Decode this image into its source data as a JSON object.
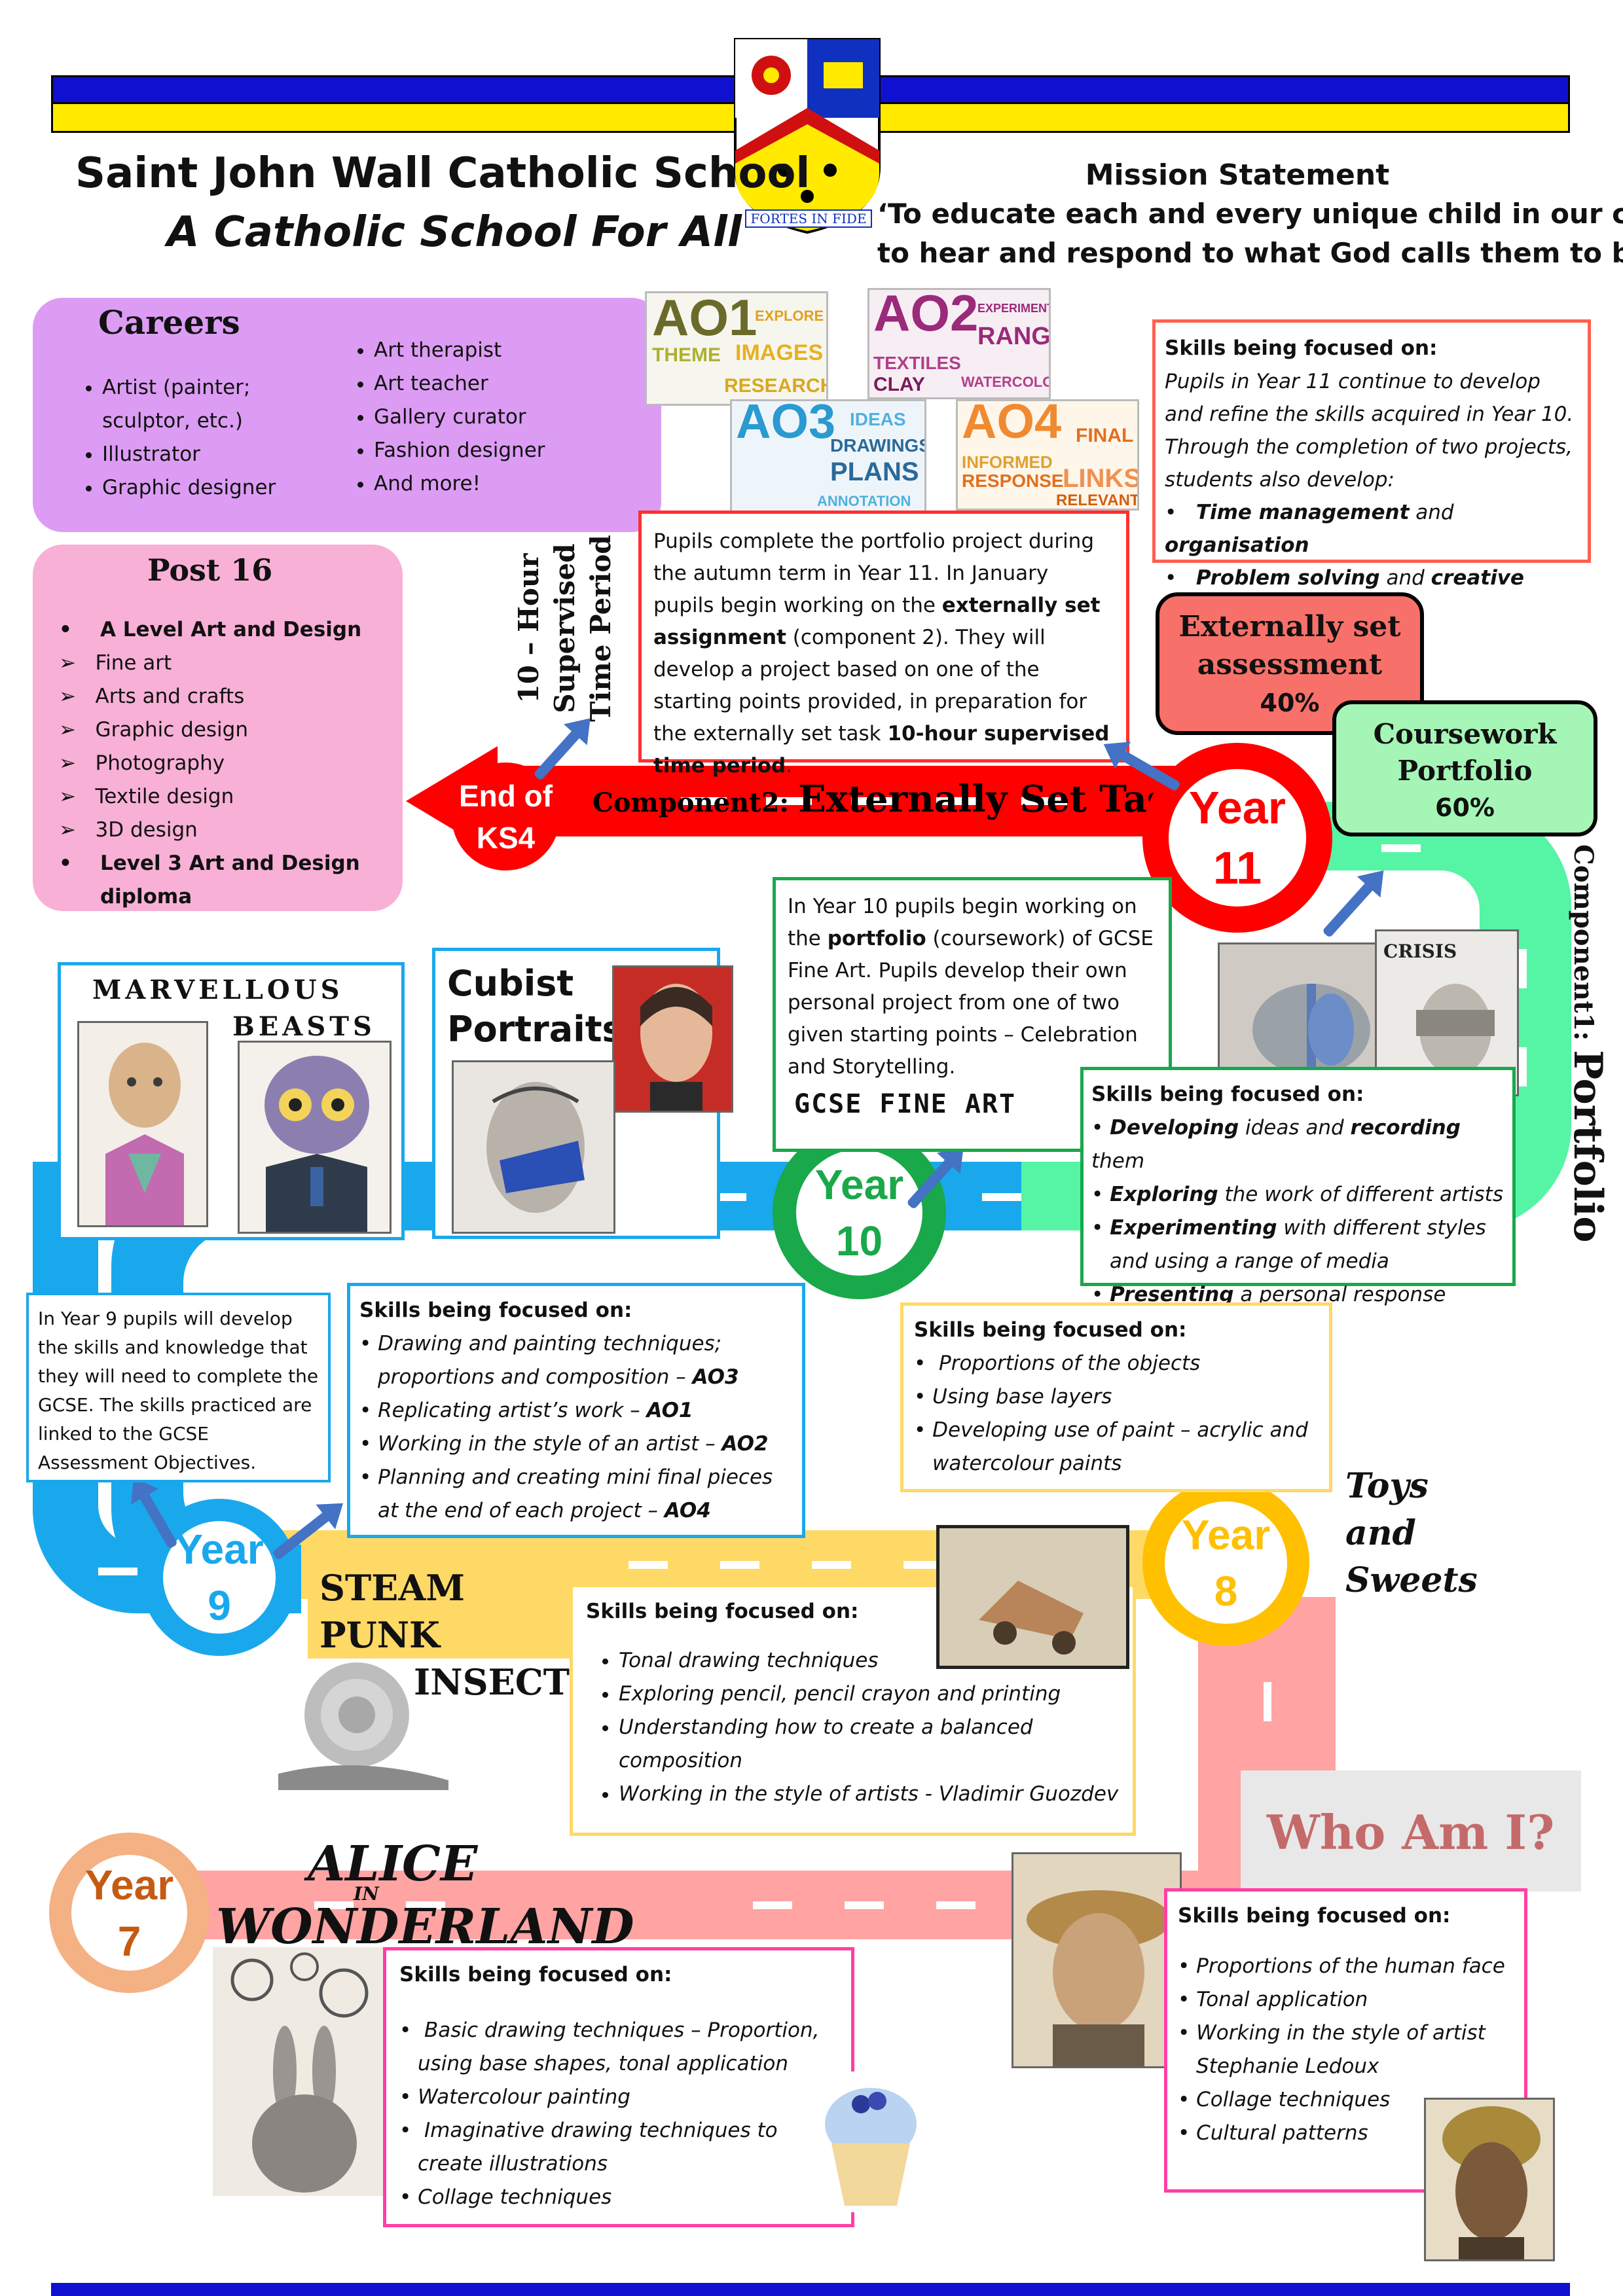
{
  "header": {
    "school_name": "Saint John Wall Catholic School",
    "tagline": "A Catholic School For All",
    "crest_motto": "FORTES IN FIDE",
    "mission_title": "Mission Statement",
    "mission_line1": "‘To educate each and every unique child in our care",
    "mission_line2": "to hear and respond to what God calls them to be’"
  },
  "careers": {
    "title": "Careers",
    "col1": [
      "Artist (painter; sculptor, etc.)",
      "Illustrator",
      "Graphic designer"
    ],
    "col2": [
      "Art therapist",
      "Art teacher",
      "Gallery curator",
      "Fashion designer",
      "And more!"
    ]
  },
  "post16": {
    "title": "Post 16",
    "main1": "A Level Art and Design",
    "subs": [
      "Fine art",
      "Arts and crafts",
      "Graphic design",
      "Photography",
      "Textile design",
      "3D design"
    ],
    "main2": "Level 3 Art and Design diploma"
  },
  "ao_tiles": {
    "ao1": {
      "code": "AO1",
      "words": [
        "EXPLORE",
        "IMAGES",
        "THEME",
        "RESEARCH"
      ]
    },
    "ao2": {
      "code": "AO2",
      "words": [
        "EXPERIMENT",
        "RANGE",
        "TEXTILES",
        "CLAY",
        "WATERCOLOUR"
      ]
    },
    "ao3": {
      "code": "AO3",
      "words": [
        "IDEAS",
        "DRAWINGS",
        "PLANS",
        "ANNOTATION"
      ]
    },
    "ao4": {
      "code": "AO4",
      "words": [
        "FINAL",
        "INFORMED",
        "RESPONSE",
        "LINKS",
        "RELEVANT"
      ]
    }
  },
  "y11_skills": {
    "title": "Skills being focused on:",
    "intro": "Pupils in Year 11 continue to develop and refine the skills acquired in Year 10. Through the completion of two projects, students also develop:",
    "b1_bold1": "Time management",
    "b1_mid": " and ",
    "b1_bold2": "organisation",
    "b2_bold1": "Problem solving",
    "b2_mid": " and ",
    "b2_bold2": "creative thinking"
  },
  "ks4_text": {
    "p1": "Pupils complete the portfolio project during the autumn term in Year 11. In January pupils begin working on the ",
    "b1": "externally set assignment",
    "p2": " (component 2). They will develop a project based on one of the starting points provided, in preparation for the externally set task ",
    "b2": "10-hour supervised time period",
    "p3": "."
  },
  "supervised_label": {
    "l1": "10 – Hour",
    "l2": "Supervised",
    "l3": "Time Period"
  },
  "externally_set": {
    "title": "Externally set assessment",
    "pct": "40%"
  },
  "coursework": {
    "title": "Coursework Portfolio",
    "pct": "60%"
  },
  "component2": {
    "prefix": "Component2: ",
    "label": "Externally Set Task"
  },
  "component1": {
    "prefix": "Component1: ",
    "label": "Portfolio"
  },
  "end_ks4": {
    "l1": "End of",
    "l2": "KS4"
  },
  "years": {
    "y11": {
      "l1": "Year",
      "l2": "11"
    },
    "y10": {
      "l1": "Year",
      "l2": "10"
    },
    "y9": {
      "l1": "Year",
      "l2": "9"
    },
    "y8": {
      "l1": "Year",
      "l2": "8"
    },
    "y7": {
      "l1": "Year",
      "l2": "7"
    }
  },
  "y10_text": {
    "p1": "In Year 10 pupils begin working on the ",
    "b1": "portfolio",
    "p2": " (coursework) of GCSE Fine Art. Pupils develop their own personal project from one of two given starting points – Celebration and Storytelling."
  },
  "gcse_label": "GCSE FINE ART",
  "y10_skills": {
    "title": "Skills being focused on:",
    "items": [
      {
        "b": "Developing",
        "t1": " ideas and ",
        "b2": "recording",
        "t2": " them"
      },
      {
        "b": "Exploring",
        "t1": " the work of different artists",
        "b2": "",
        "t2": ""
      },
      {
        "b": "Experimenting",
        "t1": " with different styles and using a range of media",
        "b2": "",
        "t2": ""
      },
      {
        "b": "Presenting",
        "t1": " a personal response",
        "b2": "",
        "t2": ""
      }
    ]
  },
  "projects": {
    "marvellous": {
      "l1": "MARVELLOUS",
      "l2": "BEASTS"
    },
    "cubist": {
      "l1": "Cubist",
      "l2": "Portraits"
    },
    "steampunk": {
      "l1": "STEAM PUNK",
      "l2": "INSECTS"
    },
    "toys": {
      "l1": "Toys",
      "l2": "and",
      "l3": "Sweets"
    },
    "whoami": "Who Am I?",
    "alice": {
      "l1": "ALICE",
      "l2": "IN",
      "l3": "WONDERLAND"
    }
  },
  "y9_text": "In Year 9 pupils will develop the skills and knowledge that they will need to complete the GCSE. The skills practiced are linked to the GCSE Assessment Objectives.",
  "y9_skills": {
    "title": "Skills being focused on:",
    "items": [
      {
        "t": "Drawing and painting techniques; proportions and composition – ",
        "ao": "AO3"
      },
      {
        "t": "Replicating artist’s work – ",
        "ao": "AO1"
      },
      {
        "t": "Working in the style of an artist – ",
        "ao": "AO2"
      },
      {
        "t": "Planning and creating mini final pieces at the end of each project – ",
        "ao": "AO4"
      }
    ]
  },
  "y8_skills": {
    "title": "Skills being focused on:",
    "items": [
      "Proportions of the objects",
      "Using base layers",
      "Developing use of paint – acrylic and watercolour paints"
    ]
  },
  "steam_skills": {
    "title": "Skills being focused on:",
    "items": [
      "Tonal drawing techniques",
      "Exploring pencil, pencil crayon and printing",
      "Understanding how to create a balanced composition",
      "Working in the style of artists - Vladimir Guozdev"
    ]
  },
  "whoami_skills": {
    "title": "Skills being focused on:",
    "items": [
      "Proportions of the human face",
      "Tonal application",
      "Working in the style of artist Stephanie Ledoux",
      "Collage techniques",
      "Cultural patterns"
    ]
  },
  "y7_skills": {
    "title": "Skills being focused on:",
    "items": [
      "Basic drawing techniques – Proportion, using base shapes, tonal application",
      "Watercolour painting",
      "Imaginative drawing techniques to create illustrations",
      "Collage techniques"
    ]
  },
  "colors": {
    "red": "#ff0000",
    "green": "#19a84a",
    "mint": "#55f5a5",
    "blue": "#1aa8ec",
    "yellow": "#ffc000",
    "pink": "#ffa3a3",
    "orange": "#f4b183",
    "navy": "#1010d0",
    "flag_yellow": "#ffea00"
  }
}
